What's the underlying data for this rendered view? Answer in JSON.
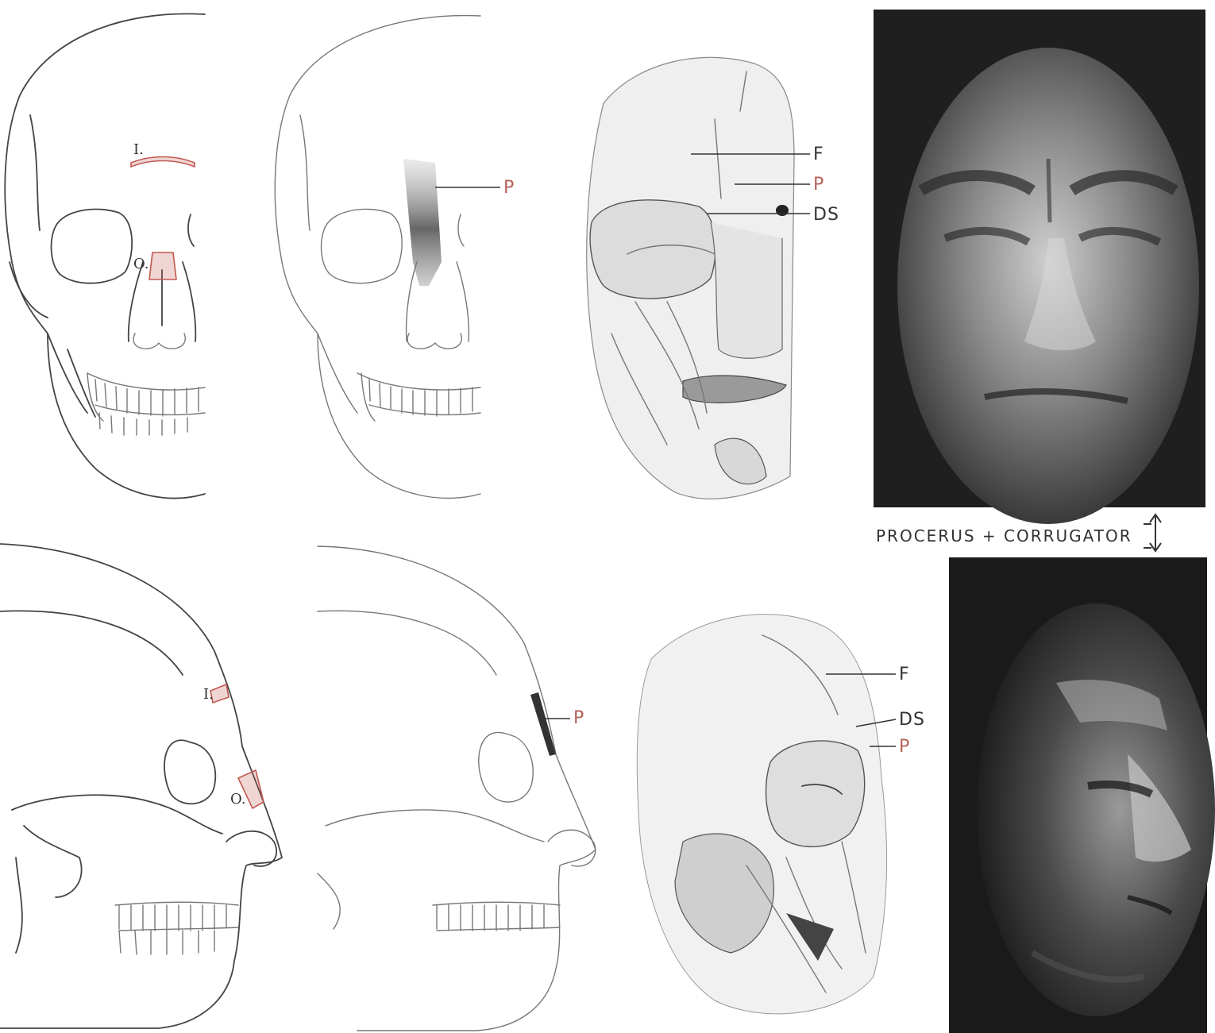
{
  "caption": "PROCERUS + CORRUGATOR",
  "front_skull_origin": {
    "insertion_label": "I.",
    "origin_label": "O."
  },
  "front_skull_muscle": {
    "label": "P"
  },
  "front_dissection": {
    "labels": [
      "F",
      "P",
      "DS"
    ]
  },
  "side_skull_origin": {
    "insertion_label": "I.",
    "origin_label": "O."
  },
  "side_skull_muscle": {
    "label": "P"
  },
  "side_dissection": {
    "labels": [
      "F",
      "DS",
      "P"
    ]
  }
}
